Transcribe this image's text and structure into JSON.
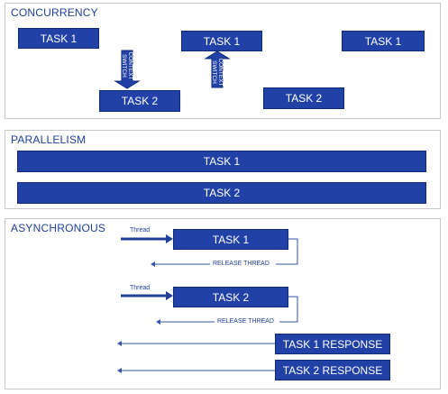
{
  "concurrency": {
    "title": "CONCURRENCY",
    "tasks": [
      "TASK 1",
      "TASK 2",
      "TASK 1",
      "TASK 1",
      "TASK 2"
    ],
    "switch_line1": "CONTEXT",
    "switch_line2": "SWITCH"
  },
  "parallelism": {
    "title": "PARALLELISM",
    "tasks": [
      "TASK 1",
      "TASK 2"
    ]
  },
  "asynchronous": {
    "title": "ASYNCHRONOUS",
    "thread_label": "Thread",
    "release_label": "RELEASE THREAD",
    "tasks": [
      "TASK 1",
      "TASK 2"
    ],
    "responses": [
      "TASK 1 RESPONSE",
      "TASK 2 RESPONSE"
    ]
  },
  "colors": {
    "box_fill": "#2241a6",
    "box_border": "#0f2a7a",
    "title": "#1f3f99",
    "panel_border": "#c8c8c8"
  }
}
